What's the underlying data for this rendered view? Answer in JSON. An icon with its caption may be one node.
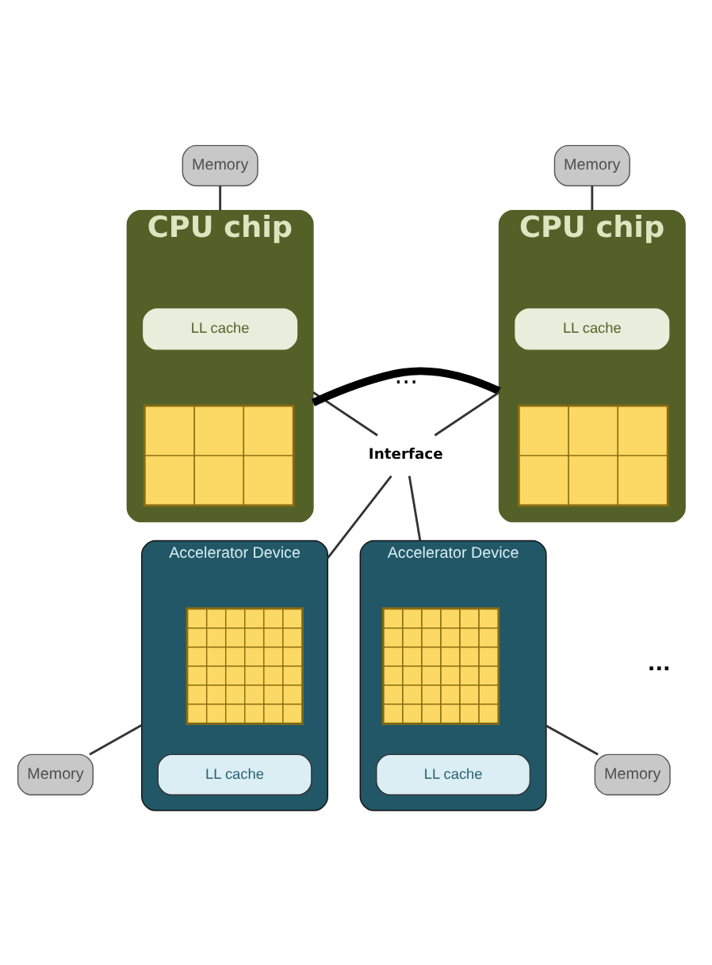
{
  "diagram": {
    "nodes": [
      {
        "text": [
          "Memory"
        ]
      },
      {
        "text": [
          "Memory"
        ]
      },
      {
        "text": [
          "CPU chip"
        ]
      },
      {
        "text": [
          "LL cache"
        ],
        "in": 2
      },
      {
        "text": [],
        "shape": "grid",
        "in": 2
      },
      {
        "text": [
          "CPU chip"
        ]
      },
      {
        "text": [
          "LL cache"
        ],
        "in": 5
      },
      {
        "text": [],
        "shape": "grid",
        "in": 5
      },
      {
        "text": [
          "Interface"
        ]
      },
      {
        "text": [
          "Accelerator Device"
        ]
      },
      {
        "text": [],
        "shape": "grid",
        "in": 9
      },
      {
        "text": [
          "LL cache"
        ],
        "in": 9
      },
      {
        "text": [
          "Accelerator Device"
        ]
      },
      {
        "text": [],
        "shape": "grid",
        "in": 12
      },
      {
        "text": [
          "LL cache"
        ],
        "in": 12
      },
      {
        "text": [
          "Memory"
        ]
      },
      {
        "text": [
          "Memory"
        ]
      }
    ],
    "edges": [
      {
        "from": 0,
        "to": 2,
        "arrow": "none"
      },
      {
        "from": 1,
        "to": 5,
        "arrow": "none"
      },
      {
        "from": 2,
        "to": 5,
        "arrow": "none",
        "style": "thick",
        "label": "..."
      },
      {
        "from": 2,
        "to": 8,
        "arrow": "none"
      },
      {
        "from": 5,
        "to": 8,
        "arrow": "none"
      },
      {
        "from": 8,
        "to": 9,
        "arrow": "none"
      },
      {
        "from": 8,
        "to": 12,
        "arrow": "none"
      },
      {
        "from": 9,
        "to": 15,
        "arrow": "none"
      },
      {
        "from": 12,
        "to": 16,
        "arrow": "none"
      }
    ],
    "labels": [
      "..."
    ]
  }
}
